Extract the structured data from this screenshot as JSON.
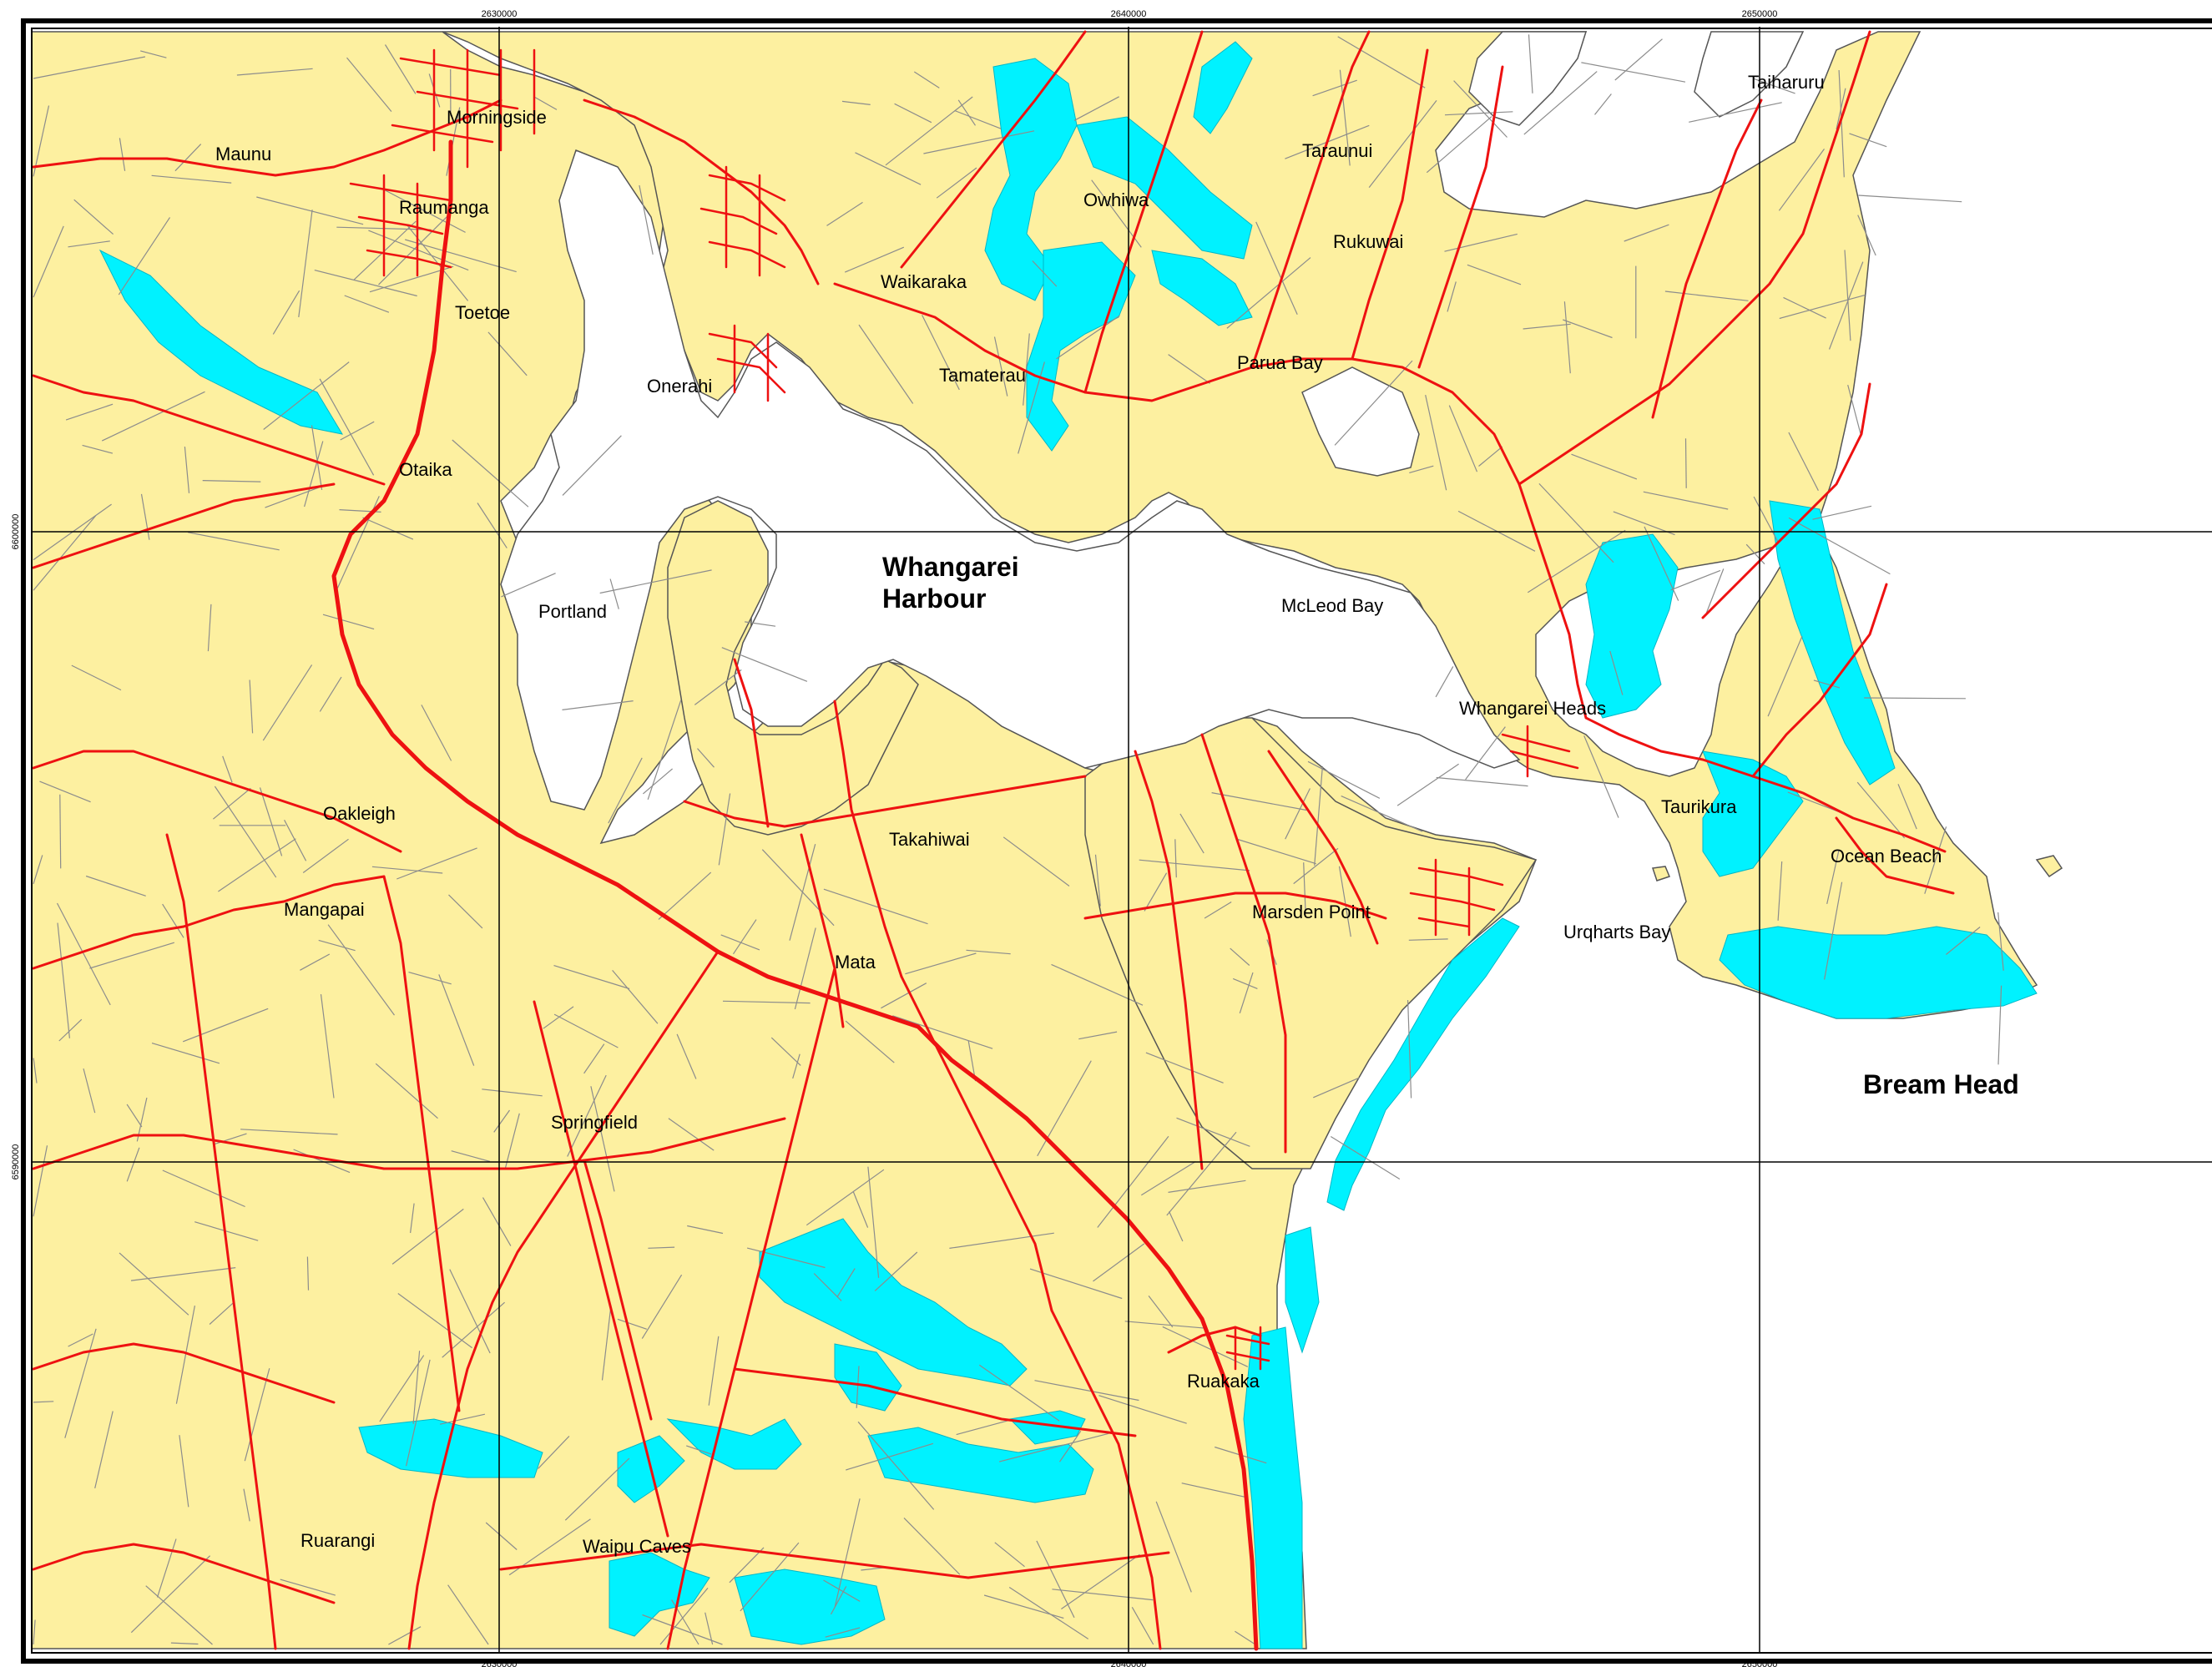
{
  "map": {
    "colors": {
      "land": "#fdf0a0",
      "water": "#ffffff",
      "forest": "#00f2ff",
      "road": "#ee1111",
      "boundary": "#888888",
      "grid": "#000000",
      "frame": "#000000"
    },
    "grid_labels": {
      "x": [
        "2630000",
        "2640000",
        "2650000"
      ],
      "y": [
        "6600000",
        "6590000"
      ]
    },
    "places": [
      {
        "id": "morningside",
        "label": "Morningside"
      },
      {
        "id": "maunu",
        "label": "Maunu"
      },
      {
        "id": "raumanga",
        "label": "Raumanga"
      },
      {
        "id": "toetoe",
        "label": "Toetoe"
      },
      {
        "id": "onerahi",
        "label": "Onerahi"
      },
      {
        "id": "otaika",
        "label": "Otaika"
      },
      {
        "id": "portland",
        "label": "Portland"
      },
      {
        "id": "owhiwa",
        "label": "Owhiwa"
      },
      {
        "id": "waikaraka",
        "label": "Waikaraka"
      },
      {
        "id": "tamaterau",
        "label": "Tamaterau"
      },
      {
        "id": "taraunui",
        "label": "Taraunui"
      },
      {
        "id": "rukuwai",
        "label": "Rukuwai"
      },
      {
        "id": "parua-bay",
        "label": "Parua Bay"
      },
      {
        "id": "taiharuru",
        "label": "Taiharuru"
      },
      {
        "id": "mcleod-bay",
        "label": "McLeod Bay"
      },
      {
        "id": "whangarei-heads",
        "label": "Whangarei Heads"
      },
      {
        "id": "taurikura",
        "label": "Taurikura"
      },
      {
        "id": "ocean-beach",
        "label": "Ocean Beach"
      },
      {
        "id": "urqharts-bay",
        "label": "Urqharts Bay"
      },
      {
        "id": "oakleigh",
        "label": "Oakleigh"
      },
      {
        "id": "mangapai",
        "label": "Mangapai"
      },
      {
        "id": "takahiwai",
        "label": "Takahiwai"
      },
      {
        "id": "mata",
        "label": "Mata"
      },
      {
        "id": "marsden-point",
        "label": "Marsden Point"
      },
      {
        "id": "springfield",
        "label": "Springfield"
      },
      {
        "id": "ruakaka",
        "label": "Ruakaka"
      },
      {
        "id": "ruarangi",
        "label": "Ruarangi"
      },
      {
        "id": "waipu-caves",
        "label": "Waipu Caves"
      }
    ],
    "feature_labels": {
      "harbour_line1": "Whangarei",
      "harbour_line2": "Harbour",
      "bream_head": "Bream Head"
    }
  }
}
